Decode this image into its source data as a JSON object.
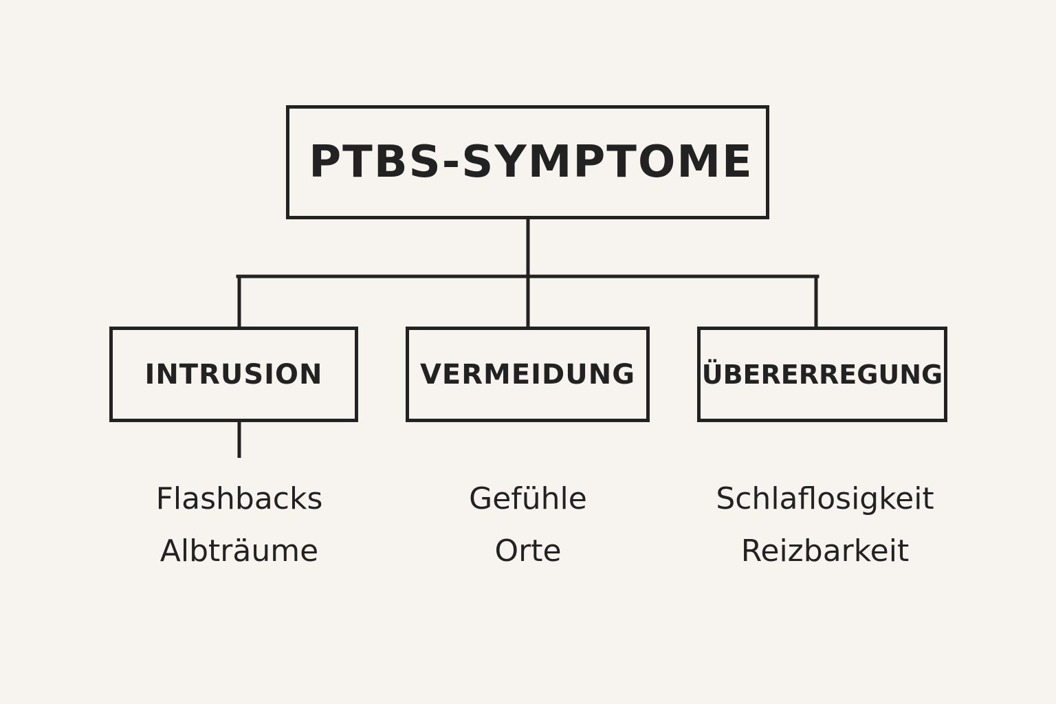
{
  "diagram": {
    "root": {
      "label": "PTBS-SYMPTOME"
    },
    "categories": [
      {
        "label": "INTRUSION",
        "items": [
          "Flashbacks",
          "Albträume"
        ]
      },
      {
        "label": "VERMEIDUNG",
        "items": [
          "Gefühle",
          "Orte"
        ]
      },
      {
        "label": "ÜBERERREGUNG",
        "items": [
          "Schlaflosigkeit",
          "Reizbarkeit"
        ]
      }
    ]
  },
  "colors": {
    "background": "#f7f4ef",
    "line": "#222222",
    "text": "#222222"
  }
}
